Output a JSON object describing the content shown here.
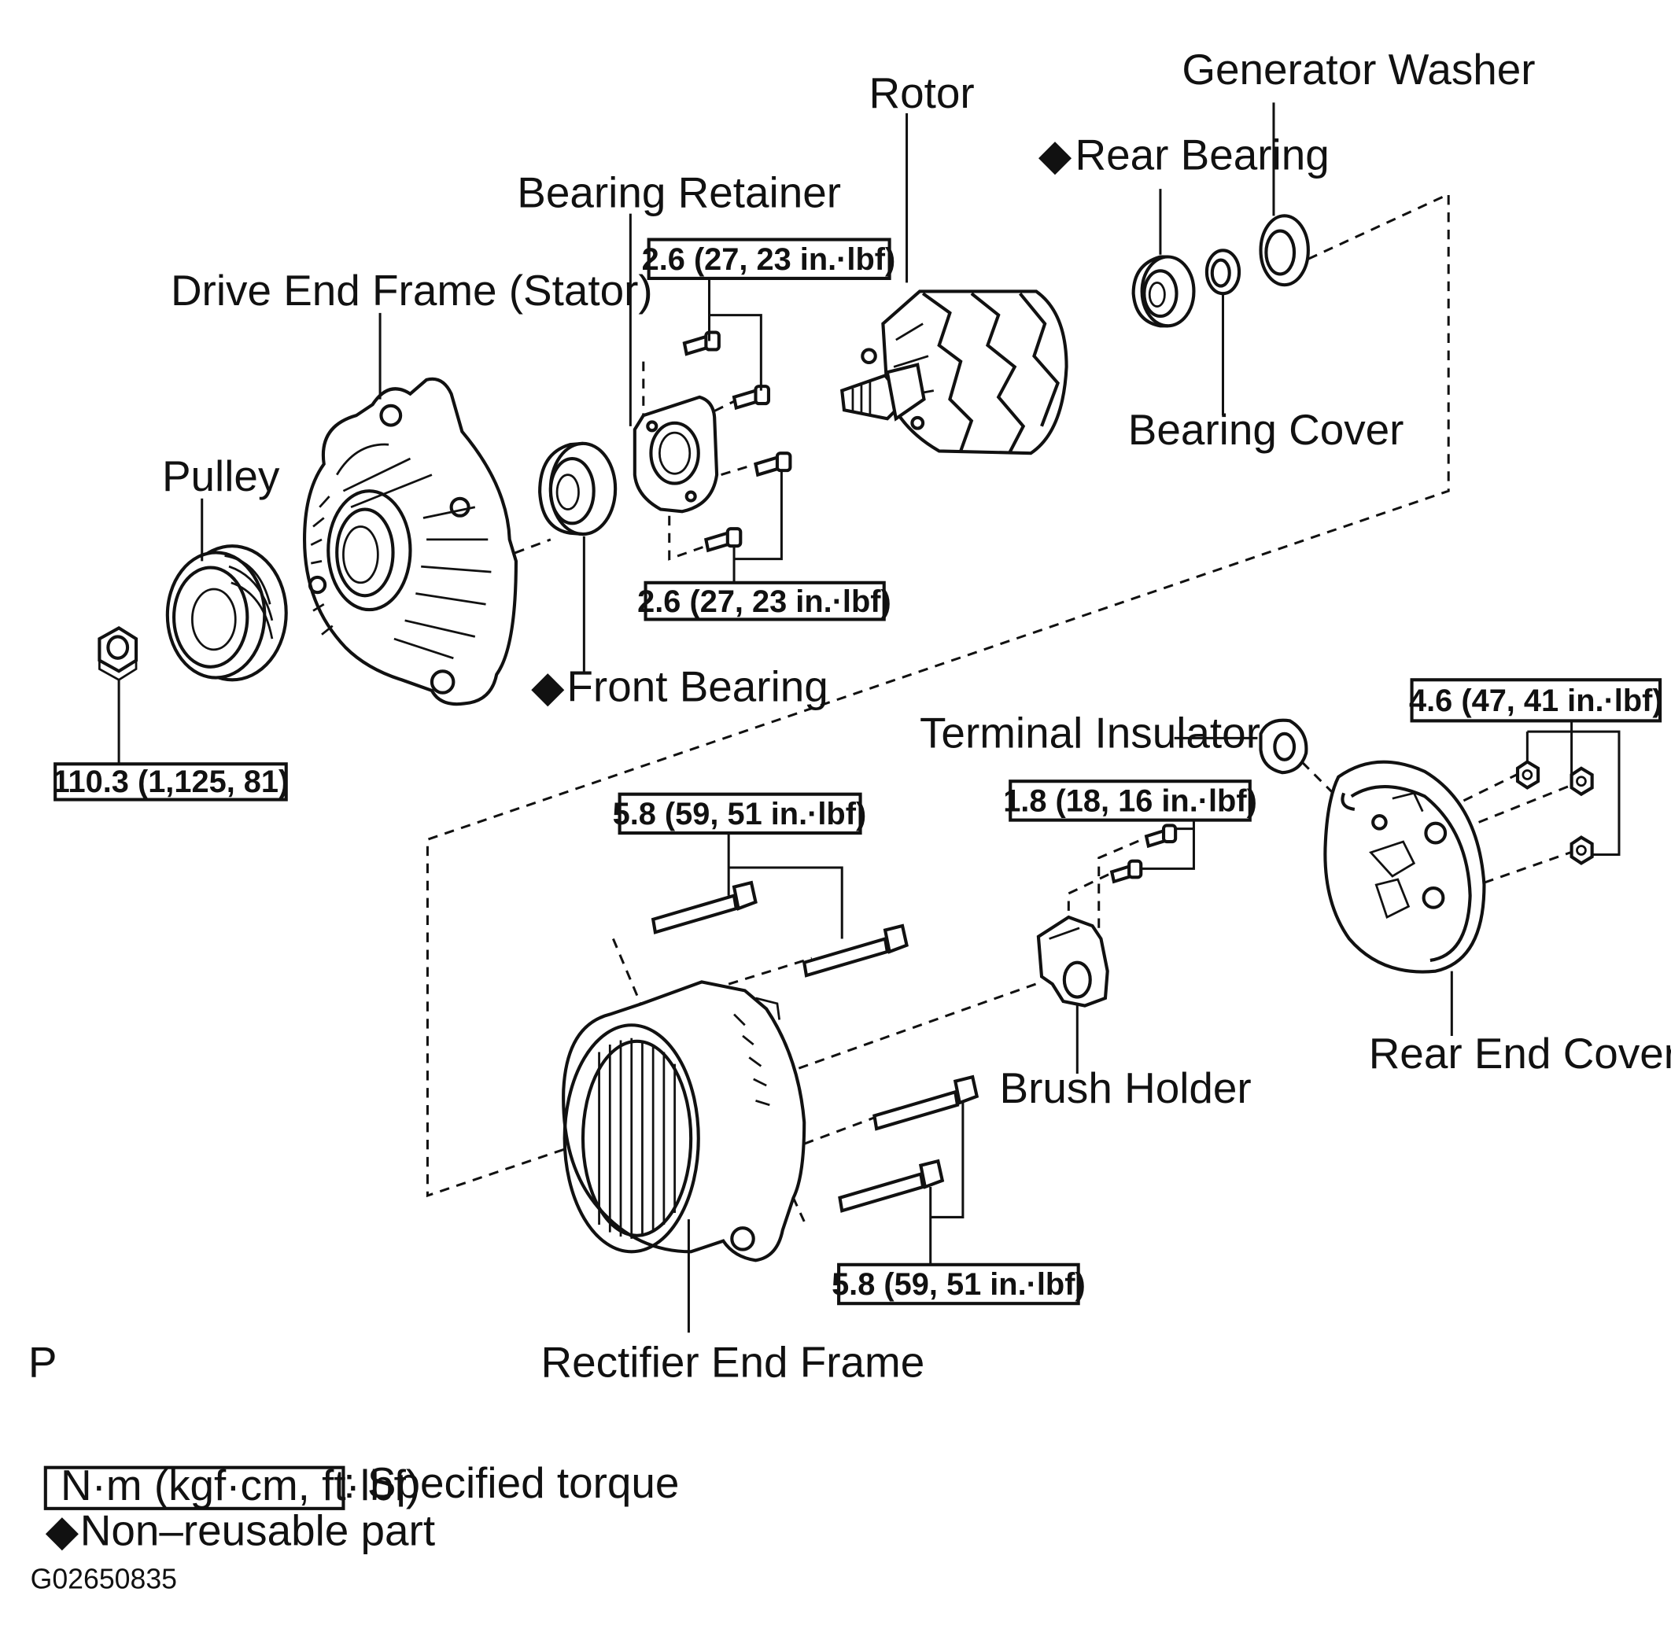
{
  "labels": {
    "generator_washer": "Generator Washer",
    "rotor": "Rotor",
    "rear_bearing": "Rear Bearing",
    "bearing_retainer": "Bearing Retainer",
    "drive_end_frame": "Drive End Frame (Stator)",
    "bearing_cover": "Bearing Cover",
    "pulley": "Pulley",
    "front_bearing": "Front Bearing",
    "terminal_insulator": "Terminal Insulator",
    "brush_holder": "Brush Holder",
    "rear_end_cover": "Rear End Cover",
    "rectifier_end_frame": "Rectifier End Frame"
  },
  "torques": {
    "retainer_top": "2.6 (27, 23 in.·lbf)",
    "retainer_bottom": "2.6 (27, 23 in.·lbf)",
    "pulley_nut": "110.3 (1,125, 81)",
    "rectifier_top": "5.8 (59, 51 in.·lbf)",
    "brush_holder": "1.8 (18, 16 in.·lbf)",
    "rear_cover": "4.6 (47, 41 in.·lbf)",
    "rectifier_bottom": "5.8 (59, 51 in.·lbf)"
  },
  "markers": {
    "p": "P",
    "diamond": "◆"
  },
  "legend": {
    "torque_box": "N·m (kgf·cm, ft·lbf)",
    "torque_text": ": Specified torque",
    "nonreusable_text": "Non–reusable part"
  },
  "figure_code": "G02650835"
}
